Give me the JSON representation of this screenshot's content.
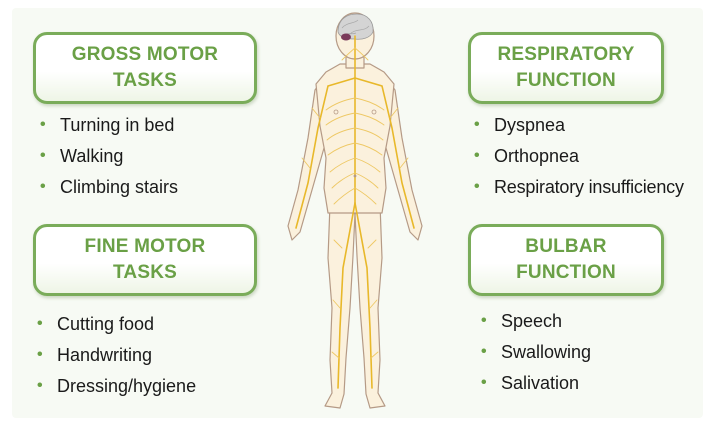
{
  "gross_motor": {
    "title_line1": "GROSS MOTOR",
    "title_line2": "TASKS",
    "items": [
      "Turning in bed",
      "Walking",
      "Climbing stairs"
    ]
  },
  "fine_motor": {
    "title_line1": "FINE MOTOR",
    "title_line2": "TASKS",
    "items": [
      "Cutting food",
      "Handwriting",
      "Dressing/hygiene"
    ]
  },
  "respiratory": {
    "title_line1": "RESPIRATORY",
    "title_line2": "FUNCTION",
    "items": [
      "Dyspnea",
      "Orthopnea",
      "Respiratory insufficiency"
    ]
  },
  "bulbar": {
    "title_line1": "BULBAR",
    "title_line2": "FUNCTION",
    "items": [
      "Speech",
      "Swallowing",
      "Salivation"
    ]
  },
  "bullet_symbol": "•",
  "colors": {
    "accent_green": "#6aa046",
    "box_border": "#7aac5a",
    "nerve_yellow": "#e8b82a",
    "skin": "#fbf1dd"
  },
  "figure_icon": "human-nervous-system-icon"
}
